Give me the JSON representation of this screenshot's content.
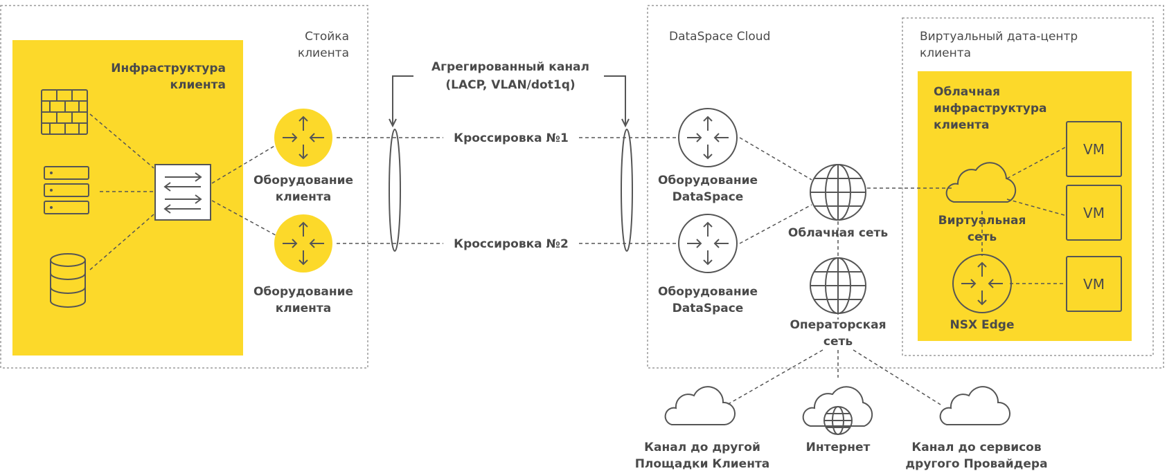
{
  "zones": {
    "client_rack": {
      "line1": "Стойка",
      "line2": "клиента"
    },
    "dataspace_cloud": "DataSpace Cloud",
    "virtual_dc": {
      "line1": "Виртуальный дата-центр",
      "line2": "клиента"
    }
  },
  "client_infrastructure": {
    "line1": "Инфраструктура",
    "line2": "клиента"
  },
  "aggregated_channel": {
    "line1": "Агрегированный канал",
    "line2": "(LACP, VLAN/dot1q)"
  },
  "cross_connects": [
    "Кроссировка №1",
    "Кроссировка №2"
  ],
  "client_equipment": {
    "line1": "Оборудование",
    "line2": "клиента"
  },
  "dataspace_equipment": {
    "line1": "Оборудование",
    "line2": "DataSpace"
  },
  "cloud_network": "Облачная сеть",
  "operator_network": {
    "line1": "Операторская",
    "line2": "сеть"
  },
  "cloud_infrastructure": {
    "line1": "Облачная",
    "line2": "инфраструктура",
    "line3": "клиента"
  },
  "virtual_network": {
    "line1": "Виртуальная",
    "line2": "сеть"
  },
  "nsx_edge": "NSX Edge",
  "vm_label": "VM",
  "bottom": {
    "other_site": {
      "line1": "Канал до другой",
      "line2": "Площадки Клиента"
    },
    "internet": "Интернет",
    "other_provider": {
      "line1": "Канал до сервисов",
      "line2": "другого Провайдера"
    }
  },
  "colors": {
    "accent_yellow": "#fcd92a",
    "line_gray": "#555555",
    "text_gray": "#4a4a4a"
  },
  "icons": [
    "firewall-icon",
    "server-icon",
    "database-icon",
    "switch-icon",
    "router-icon",
    "globe-icon",
    "cloud-icon",
    "vm-icon"
  ]
}
